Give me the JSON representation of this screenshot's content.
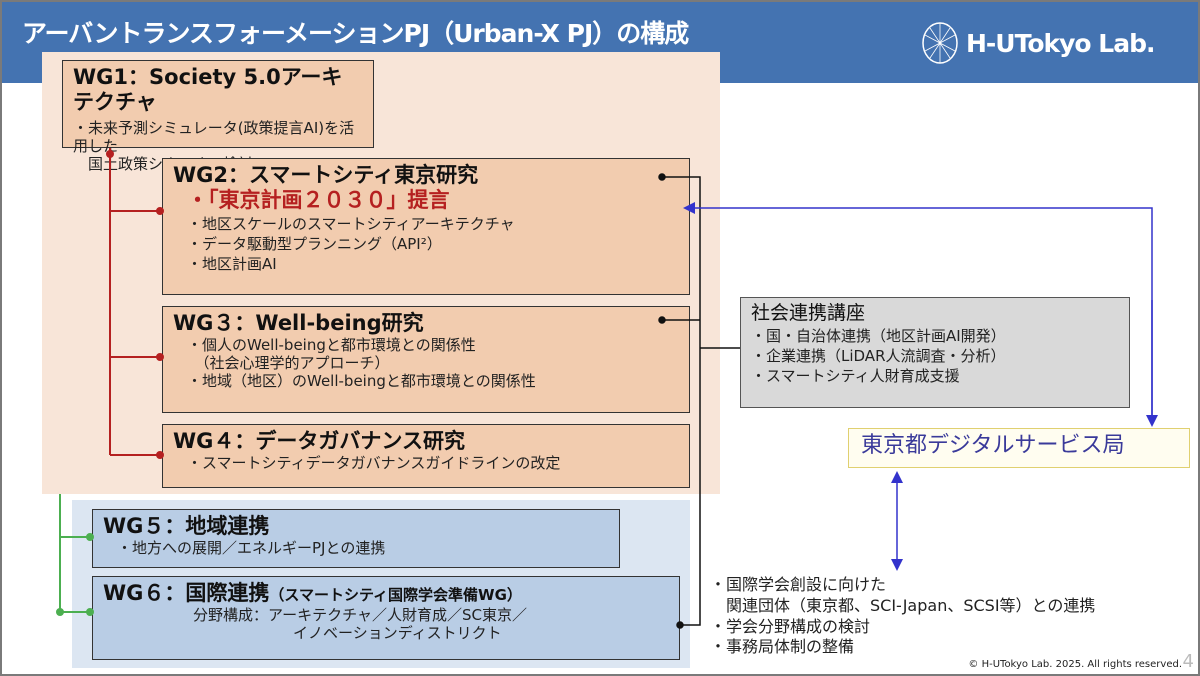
{
  "header": {
    "title": "アーバントランスフォーメーションPJ（Urban-X PJ）の構成",
    "logo": "H-UTokyo Lab."
  },
  "wg1": {
    "title": "WG1：Society 5.0アーキテクチャ",
    "items": [
      "・未来予測シミュレータ(政策提言AI)を活用した",
      "　国土政策シナリオの検討"
    ]
  },
  "wg2": {
    "title": "WG2：スマートシティ東京研究",
    "highlight": "・「東京計画２０３０」提言",
    "items": [
      "・地区スケールのスマートシティアーキテクチャ",
      "・データ駆動型プランニング（API²）",
      "・地区計画AI"
    ]
  },
  "wg3": {
    "title": "WG３：Well-being研究",
    "items": [
      "・個人のWell-beingと都市環境との関係性",
      "　（社会心理学的アプローチ）",
      "・地域（地区）のWell-beingと都市環境との関係性"
    ]
  },
  "wg4": {
    "title": "WG４：データガバナンス研究",
    "items": [
      "・スマートシティデータガバナンスガイドラインの改定"
    ]
  },
  "wg5": {
    "title": "WG５：地域連携",
    "items": [
      "・地方への展開／エネルギーPJとの連携"
    ]
  },
  "wg6": {
    "title": "WG６：国際連携",
    "subtitle": "（スマートシティ国際学会準備WG）",
    "items": [
      "分野構成：アーキテクチャ／人財育成／SC東京／",
      "イノベーションディストリクト"
    ]
  },
  "social": {
    "title": "社会連携講座",
    "items": [
      "・国・自治体連携（地区計画AI開発）",
      "・企業連携（LiDAR人流調査・分析）",
      "・スマートシティ人財育成支援"
    ]
  },
  "tokyo": {
    "label": "東京都デジタルサービス局"
  },
  "notes": [
    "・国際学会創設に向けた",
    "　関連団体（東京都、SCI-Japan、SCSI等）との連携",
    "・学会分野構成の検討",
    "・事務局体制の整備"
  ],
  "footer": {
    "copyright": "© H-UTokyo Lab. 2025. All rights reserved.",
    "page": "4"
  },
  "colors": {
    "header": "#4473b1",
    "peach": "#f2ccaf",
    "blue": "#b9cde5",
    "red": "#b52020",
    "link": "#3333cc"
  }
}
